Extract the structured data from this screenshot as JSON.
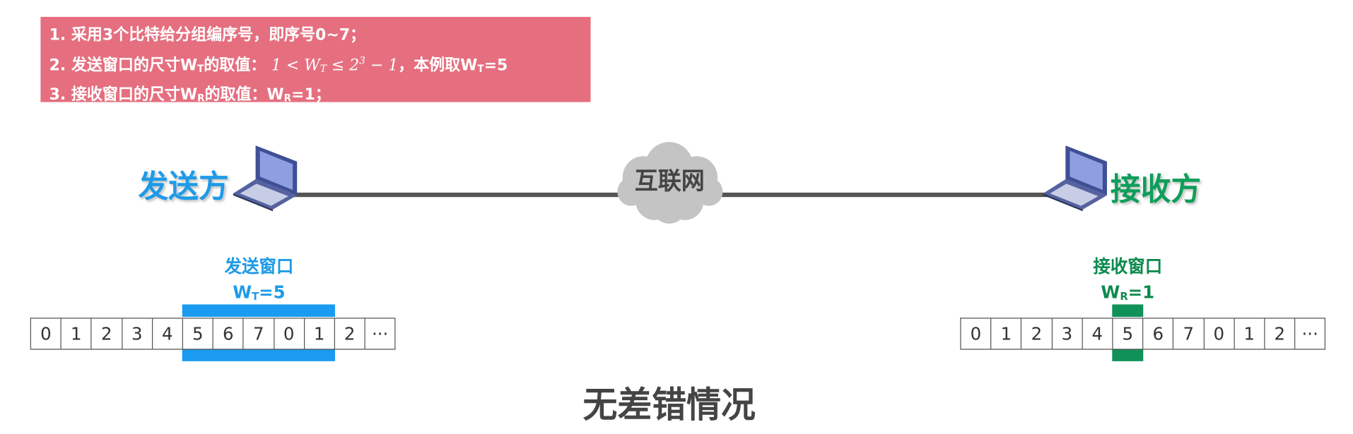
{
  "note": {
    "line1": "1. 采用3个比特给分组编序号，即序号0~7；",
    "line2_prefix": "2. 发送窗口的尺寸W",
    "line2_sub": "T",
    "line2_mid": "的取值：",
    "line2_formula_a": "1 < W",
    "line2_formula_sub": "T",
    "line2_formula_b": " ≤ 2",
    "line2_formula_sup": "3",
    "line2_formula_c": " − 1",
    "line2_suffix_a": "，本例取W",
    "line2_suffix_sub": "T",
    "line2_suffix_b": "=5",
    "line3_prefix": "3. 接收窗口的尺寸W",
    "line3_sub": "R",
    "line3_mid": "的取值：W",
    "line3_sub2": "R",
    "line3_suffix": "=1；"
  },
  "network": {
    "label": "互联网"
  },
  "sender": {
    "title": "发送方",
    "window_title": "发送窗口",
    "window_w": "W",
    "window_sub": "T",
    "window_value": "=5",
    "sequence": [
      "0",
      "1",
      "2",
      "3",
      "4",
      "5",
      "6",
      "7",
      "0",
      "1",
      "2",
      "···"
    ],
    "window_start_index": 5,
    "window_size": 5
  },
  "receiver": {
    "title": "接收方",
    "window_title": "接收窗口",
    "window_w": "W",
    "window_sub": "R",
    "window_value": "=1",
    "sequence": [
      "0",
      "1",
      "2",
      "3",
      "4",
      "5",
      "6",
      "7",
      "0",
      "1",
      "2",
      "···"
    ],
    "window_start_index": 5,
    "window_size": 1
  },
  "caption": "无差错情况",
  "colors": {
    "note_bg": "#e56f7f",
    "sender": "#1e9be8",
    "receiver": "#0e9e5a",
    "send_window": "#1a9af0",
    "recv_window": "#10915a"
  },
  "icons": [
    "laptop-icon",
    "cloud-icon"
  ]
}
